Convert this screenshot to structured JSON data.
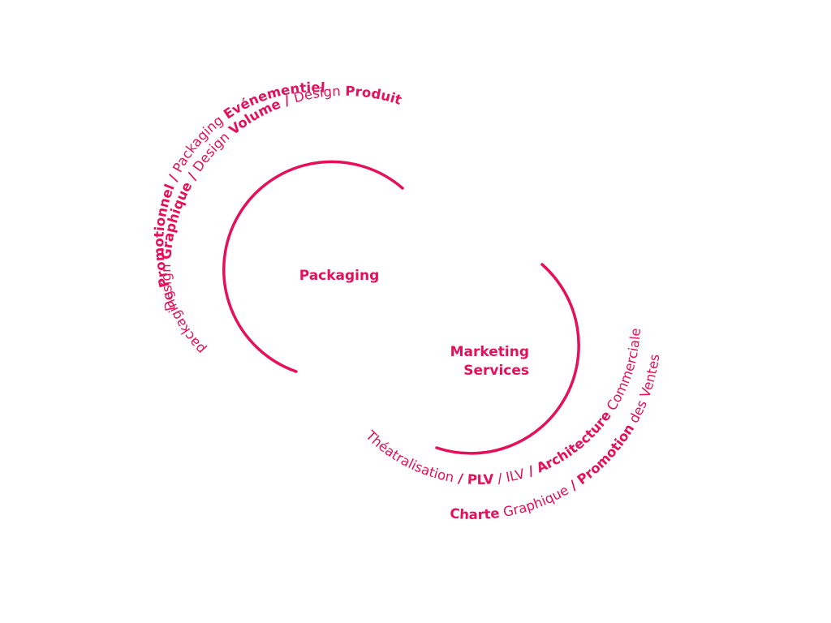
{
  "colors": {
    "accent": "#e6105a",
    "background": "#ffffff"
  },
  "packaging": {
    "title": "Packaging",
    "outer_line": [
      {
        "text": "Design ",
        "bold": false
      },
      {
        "text": "Graphique",
        "bold": true
      },
      {
        "text": " / ",
        "bold": true
      },
      {
        "text": "Design ",
        "bold": false
      },
      {
        "text": "Volume",
        "bold": true
      },
      {
        "text": " / ",
        "bold": true
      },
      {
        "text": "Design ",
        "bold": false
      },
      {
        "text": "Produit",
        "bold": true
      }
    ],
    "inner_line": [
      {
        "text": "packaging ",
        "bold": false
      },
      {
        "text": "Promotionnel",
        "bold": true
      },
      {
        "text": " / ",
        "bold": true
      },
      {
        "text": "Packaging ",
        "bold": false
      },
      {
        "text": "Evénementiel",
        "bold": true
      }
    ]
  },
  "marketing": {
    "title_line1": "Marketing",
    "title_line2": "Services",
    "inner_line": [
      {
        "text": "Théatralisation",
        "bold": false
      },
      {
        "text": " / ",
        "bold": true
      },
      {
        "text": "PLV",
        "bold": true
      },
      {
        "text": " / ",
        "bold": false
      },
      {
        "text": "ILV",
        "bold": false
      },
      {
        "text": " / ",
        "bold": true
      },
      {
        "text": "Architecture",
        "bold": true
      },
      {
        "text": " Commerciale",
        "bold": false
      }
    ],
    "outer_line": [
      {
        "text": "Charte",
        "bold": true
      },
      {
        "text": " Graphique",
        "bold": false
      },
      {
        "text": " / ",
        "bold": true
      },
      {
        "text": "Promotion",
        "bold": true
      },
      {
        "text": " des Ventes",
        "bold": false
      }
    ]
  }
}
